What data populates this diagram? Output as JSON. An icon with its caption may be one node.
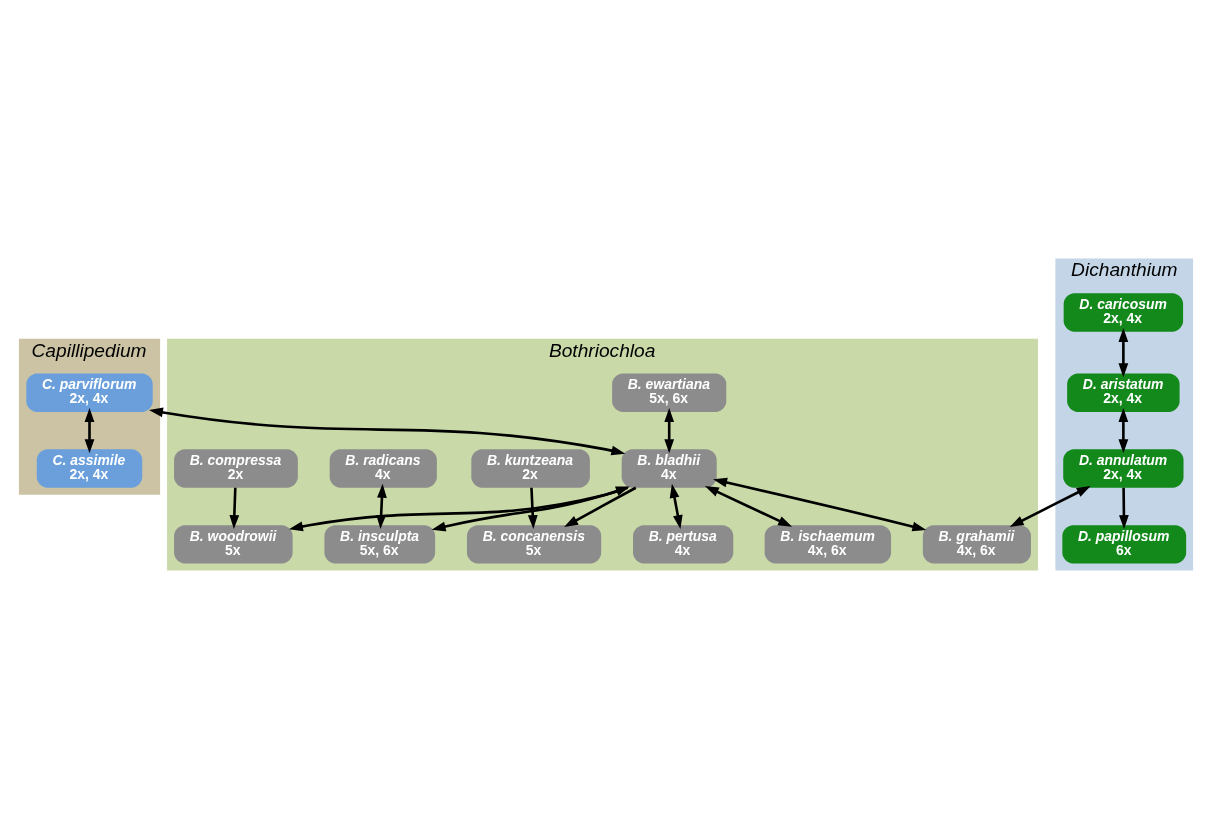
{
  "diagram": {
    "nodes": [
      {
        "text": [
          "Capillipedium"
        ]
      },
      {
        "text": [
          "C. parviflorum",
          "2x, 4x"
        ],
        "in": 0
      },
      {
        "text": [
          "C. assimile",
          "2x, 4x"
        ],
        "in": 0
      },
      {
        "text": [
          "Dichanthium"
        ]
      },
      {
        "text": [
          "D. caricosum",
          "2x, 4x"
        ],
        "in": 3
      },
      {
        "text": [
          "D. papillosum",
          "6x"
        ],
        "in": 3
      },
      {
        "text": [
          "D. aristatum",
          "2x, 4x"
        ],
        "in": 3
      },
      {
        "text": [
          "D. annulatum",
          "2x, 4x"
        ],
        "in": 3
      },
      {
        "text": [
          "Bothriochloa"
        ]
      },
      {
        "text": [
          "B. grahamii",
          "4x, 6x"
        ],
        "in": 8
      },
      {
        "text": [
          "B. ewartiana",
          "5x, 6x"
        ],
        "in": 8
      },
      {
        "text": [
          "B. bladhii",
          "4x"
        ],
        "in": 8
      },
      {
        "text": [
          "B. ischaemum",
          "4x, 6x"
        ],
        "in": 8
      },
      {
        "text": [
          "B. concanensis",
          "5x"
        ],
        "in": 8
      },
      {
        "text": [
          "B. insculpta",
          "5x, 6x"
        ],
        "in": 8
      },
      {
        "text": [
          "B. woodrowii",
          "5x"
        ],
        "in": 8
      },
      {
        "text": [
          "B. kuntzeana",
          "2x"
        ],
        "in": 8
      },
      {
        "text": [
          "B. pertusa",
          "4x"
        ],
        "in": 8
      },
      {
        "text": [
          "B. radicans",
          "4x"
        ],
        "in": 8
      },
      {
        "text": [
          "B. compressa",
          "2x"
        ],
        "in": 8
      }
    ],
    "edges": [
      {
        "from": 1,
        "to": 2,
        "arrow": "both"
      },
      {
        "from": 4,
        "to": 6,
        "arrow": "both"
      },
      {
        "from": 7,
        "to": 5,
        "arrow": "to"
      },
      {
        "from": 6,
        "to": 7,
        "arrow": "both"
      },
      {
        "from": 7,
        "to": 9,
        "arrow": "both"
      },
      {
        "from": 1,
        "to": 11,
        "arrow": "both"
      },
      {
        "from": 11,
        "to": 9,
        "arrow": "both"
      },
      {
        "from": 10,
        "to": 11,
        "arrow": "both"
      },
      {
        "from": 11,
        "to": 12,
        "arrow": "both"
      },
      {
        "from": 11,
        "to": 13,
        "arrow": "to"
      },
      {
        "from": 11,
        "to": 15,
        "arrow": "to"
      },
      {
        "from": 11,
        "to": 14,
        "arrow": "both"
      },
      {
        "from": 11,
        "to": 17,
        "arrow": "both"
      },
      {
        "from": 16,
        "to": 13,
        "arrow": "to"
      },
      {
        "from": 18,
        "to": 14,
        "arrow": "both"
      },
      {
        "from": 19,
        "to": 15,
        "arrow": "to"
      }
    ]
  }
}
